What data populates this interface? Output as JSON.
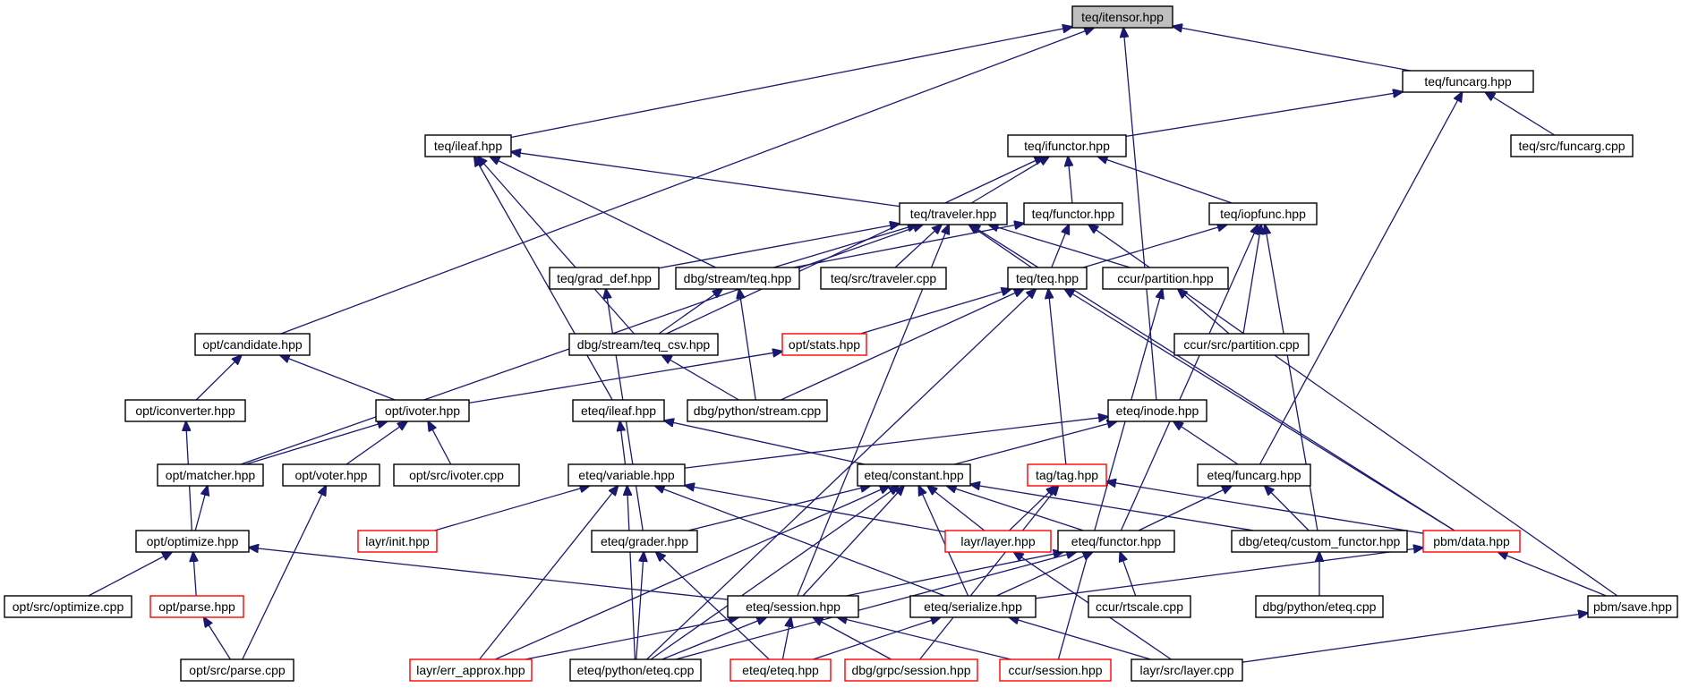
{
  "graph": {
    "nodes": [
      {
        "id": "itensor",
        "label": "teq/itensor.hpp",
        "root": true
      },
      {
        "id": "funcarg",
        "label": "teq/funcarg.hpp"
      },
      {
        "id": "ileaf",
        "label": "teq/ileaf.hpp"
      },
      {
        "id": "ifunctor",
        "label": "teq/ifunctor.hpp"
      },
      {
        "id": "funcarg_cpp",
        "label": "teq/src/funcarg.cpp"
      },
      {
        "id": "traveler",
        "label": "teq/traveler.hpp"
      },
      {
        "id": "functor",
        "label": "teq/functor.hpp"
      },
      {
        "id": "iopfunc",
        "label": "teq/iopfunc.hpp"
      },
      {
        "id": "grad_def",
        "label": "teq/grad_def.hpp"
      },
      {
        "id": "dbg_stream_teq",
        "label": "dbg/stream/teq.hpp"
      },
      {
        "id": "traveler_cpp",
        "label": "teq/src/traveler.cpp"
      },
      {
        "id": "teq_teq",
        "label": "teq/teq.hpp"
      },
      {
        "id": "partition",
        "label": "ccur/partition.hpp"
      },
      {
        "id": "candidate",
        "label": "opt/candidate.hpp"
      },
      {
        "id": "teq_csv",
        "label": "dbg/stream/teq_csv.hpp"
      },
      {
        "id": "stats",
        "label": "opt/stats.hpp",
        "incomplete": true
      },
      {
        "id": "partition_cpp",
        "label": "ccur/src/partition.cpp"
      },
      {
        "id": "iconverter",
        "label": "opt/iconverter.hpp"
      },
      {
        "id": "ivoter",
        "label": "opt/ivoter.hpp"
      },
      {
        "id": "eteq_ileaf",
        "label": "eteq/ileaf.hpp"
      },
      {
        "id": "stream_cpp",
        "label": "dbg/python/stream.cpp"
      },
      {
        "id": "inode",
        "label": "eteq/inode.hpp"
      },
      {
        "id": "matcher",
        "label": "opt/matcher.hpp"
      },
      {
        "id": "voter",
        "label": "opt/voter.hpp"
      },
      {
        "id": "ivoter_cpp",
        "label": "opt/src/ivoter.cpp"
      },
      {
        "id": "variable",
        "label": "eteq/variable.hpp"
      },
      {
        "id": "constant",
        "label": "eteq/constant.hpp"
      },
      {
        "id": "tag",
        "label": "tag/tag.hpp",
        "incomplete": true
      },
      {
        "id": "eteq_funcarg",
        "label": "eteq/funcarg.hpp"
      },
      {
        "id": "optimize",
        "label": "opt/optimize.hpp"
      },
      {
        "id": "init",
        "label": "layr/init.hpp",
        "incomplete": true
      },
      {
        "id": "grader",
        "label": "eteq/grader.hpp"
      },
      {
        "id": "layer",
        "label": "layr/layer.hpp",
        "incomplete": true
      },
      {
        "id": "eteq_functor",
        "label": "eteq/functor.hpp"
      },
      {
        "id": "custom_functor",
        "label": "dbg/eteq/custom_functor.hpp"
      },
      {
        "id": "pbm_data",
        "label": "pbm/data.hpp",
        "incomplete": true
      },
      {
        "id": "optimize_cpp",
        "label": "opt/src/optimize.cpp"
      },
      {
        "id": "parse",
        "label": "opt/parse.hpp",
        "incomplete": true
      },
      {
        "id": "session",
        "label": "eteq/session.hpp"
      },
      {
        "id": "serialize",
        "label": "eteq/serialize.hpp"
      },
      {
        "id": "rtscale",
        "label": "ccur/rtscale.cpp"
      },
      {
        "id": "python_eteq_dbg",
        "label": "dbg/python/eteq.cpp"
      },
      {
        "id": "pbm_save",
        "label": "pbm/save.hpp"
      },
      {
        "id": "parse_cpp",
        "label": "opt/src/parse.cpp"
      },
      {
        "id": "err_approx",
        "label": "layr/err_approx.hpp",
        "incomplete": true
      },
      {
        "id": "eteq_python",
        "label": "eteq/python/eteq.cpp"
      },
      {
        "id": "eteq_eteq",
        "label": "eteq/eteq.hpp",
        "incomplete": true
      },
      {
        "id": "grpc_session",
        "label": "dbg/grpc/session.hpp",
        "incomplete": true
      },
      {
        "id": "ccur_session",
        "label": "ccur/session.hpp",
        "incomplete": true
      },
      {
        "id": "layer_cpp",
        "label": "layr/src/layer.cpp"
      }
    ],
    "edges": [
      [
        "ileaf",
        "itensor"
      ],
      [
        "candidate",
        "itensor"
      ],
      [
        "funcarg",
        "itensor"
      ],
      [
        "inode",
        "itensor"
      ],
      [
        "ifunctor",
        "funcarg"
      ],
      [
        "funcarg_cpp",
        "funcarg"
      ],
      [
        "eteq_funcarg",
        "funcarg"
      ],
      [
        "traveler",
        "ileaf"
      ],
      [
        "dbg_stream_teq",
        "ileaf"
      ],
      [
        "teq_csv",
        "ileaf"
      ],
      [
        "eteq_ileaf",
        "ileaf"
      ],
      [
        "traveler",
        "ifunctor"
      ],
      [
        "functor",
        "ifunctor"
      ],
      [
        "iopfunc",
        "ifunctor"
      ],
      [
        "teq_csv",
        "ifunctor"
      ],
      [
        "grad_def",
        "traveler"
      ],
      [
        "dbg_stream_teq",
        "traveler"
      ],
      [
        "traveler_cpp",
        "traveler"
      ],
      [
        "teq_teq",
        "traveler"
      ],
      [
        "partition",
        "traveler"
      ],
      [
        "matcher",
        "traveler"
      ],
      [
        "pbm_data",
        "traveler"
      ],
      [
        "session",
        "traveler"
      ],
      [
        "teq_teq",
        "functor"
      ],
      [
        "dbg_stream_teq",
        "functor"
      ],
      [
        "pbm_save",
        "functor"
      ],
      [
        "teq_teq",
        "iopfunc"
      ],
      [
        "partition_cpp",
        "iopfunc"
      ],
      [
        "custom_functor",
        "iopfunc"
      ],
      [
        "eteq_functor",
        "iopfunc"
      ],
      [
        "teq_csv",
        "dbg_stream_teq"
      ],
      [
        "stream_cpp",
        "dbg_stream_teq"
      ],
      [
        "grader",
        "grad_def"
      ],
      [
        "stats",
        "teq_teq"
      ],
      [
        "stream_cpp",
        "teq_teq"
      ],
      [
        "tag",
        "teq_teq"
      ],
      [
        "pbm_data",
        "teq_teq"
      ],
      [
        "eteq_python",
        "teq_teq"
      ],
      [
        "partition_cpp",
        "partition"
      ],
      [
        "ccur_session",
        "partition"
      ],
      [
        "iconverter",
        "candidate"
      ],
      [
        "ivoter",
        "candidate"
      ],
      [
        "ivoter",
        "stats"
      ],
      [
        "stream_cpp",
        "teq_csv"
      ],
      [
        "optimize",
        "iconverter"
      ],
      [
        "matcher",
        "ivoter"
      ],
      [
        "voter",
        "ivoter"
      ],
      [
        "ivoter_cpp",
        "ivoter"
      ],
      [
        "variable",
        "eteq_ileaf"
      ],
      [
        "constant",
        "eteq_ileaf"
      ],
      [
        "variable",
        "inode"
      ],
      [
        "constant",
        "inode"
      ],
      [
        "eteq_funcarg",
        "inode"
      ],
      [
        "optimize",
        "matcher"
      ],
      [
        "parse_cpp",
        "voter"
      ],
      [
        "init",
        "variable"
      ],
      [
        "layer",
        "variable"
      ],
      [
        "serialize",
        "variable"
      ],
      [
        "err_approx",
        "variable"
      ],
      [
        "eteq_python",
        "variable"
      ],
      [
        "grader",
        "constant"
      ],
      [
        "layer",
        "constant"
      ],
      [
        "eteq_functor",
        "constant"
      ],
      [
        "session",
        "constant"
      ],
      [
        "serialize",
        "constant"
      ],
      [
        "custom_functor",
        "constant"
      ],
      [
        "err_approx",
        "constant"
      ],
      [
        "eteq_python",
        "constant"
      ],
      [
        "layer",
        "tag"
      ],
      [
        "pbm_data",
        "tag"
      ],
      [
        "grpc_session",
        "tag"
      ],
      [
        "eteq_functor",
        "eteq_funcarg"
      ],
      [
        "custom_functor",
        "eteq_funcarg"
      ],
      [
        "optimize_cpp",
        "optimize"
      ],
      [
        "parse",
        "optimize"
      ],
      [
        "session",
        "optimize"
      ],
      [
        "eteq_python",
        "grader"
      ],
      [
        "eteq_eteq",
        "grader"
      ],
      [
        "layer_cpp",
        "layer"
      ],
      [
        "session",
        "eteq_functor"
      ],
      [
        "serialize",
        "eteq_functor"
      ],
      [
        "rtscale",
        "eteq_functor"
      ],
      [
        "eteq_python",
        "eteq_functor"
      ],
      [
        "python_eteq_dbg",
        "custom_functor"
      ],
      [
        "serialize",
        "pbm_data"
      ],
      [
        "pbm_save",
        "pbm_data"
      ],
      [
        "parse_cpp",
        "parse"
      ],
      [
        "err_approx",
        "session"
      ],
      [
        "eteq_python",
        "session"
      ],
      [
        "eteq_eteq",
        "session"
      ],
      [
        "grpc_session",
        "session"
      ],
      [
        "ccur_session",
        "session"
      ],
      [
        "eteq_eteq",
        "serialize"
      ],
      [
        "layer_cpp",
        "serialize"
      ],
      [
        "layer_cpp",
        "pbm_save"
      ]
    ]
  }
}
